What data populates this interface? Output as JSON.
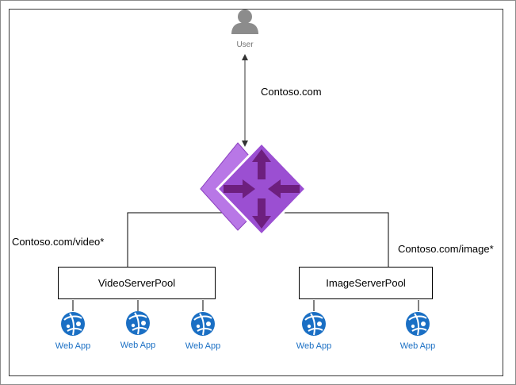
{
  "user": {
    "label": "User"
  },
  "domain_label": "Contoso.com",
  "routes": [
    {
      "path": "Contoso.com/video*"
    },
    {
      "path": "Contoso.com/image*"
    }
  ],
  "pools": [
    {
      "name": "VideoServerPool"
    },
    {
      "name": "ImageServerPool"
    }
  ],
  "web_apps": [
    {
      "label": "Web App"
    },
    {
      "label": "Web App"
    },
    {
      "label": "Web App"
    },
    {
      "label": "Web App"
    },
    {
      "label": "Web App"
    }
  ],
  "colors": {
    "gateway_fill": "#9b4fd2",
    "gateway_back": "#b877e6",
    "gateway_arrow": "#6d1f7e",
    "web_app_blue": "#1a6fc4",
    "user_gray": "#8c8c8c"
  }
}
